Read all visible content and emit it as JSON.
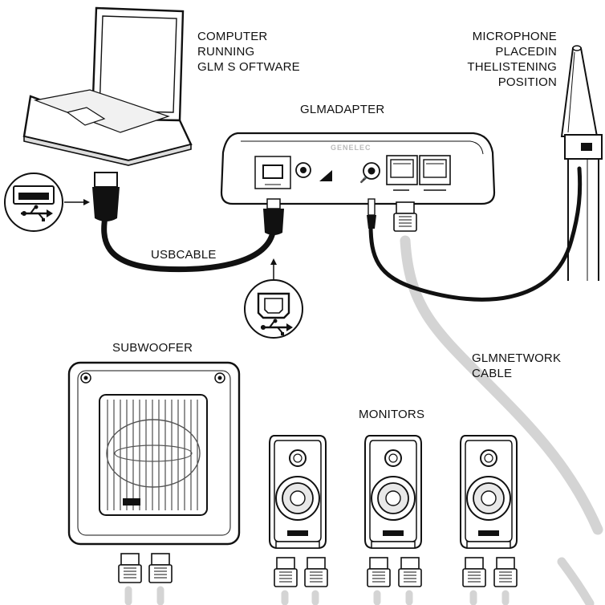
{
  "labels": {
    "computer": [
      "COMPUTER",
      "RUNNING",
      "GLM S OFTWARE"
    ],
    "microphone": [
      "MICROPHONE",
      "PLACEDIN",
      "THELISTENING",
      "POSITION"
    ],
    "adapter": "GLMADAPTER",
    "usb_cable": "USBCABLE",
    "subwoofer": "SUBWOOFER",
    "network_cable": [
      "GLMNETWORK",
      "CABLE"
    ],
    "monitors": "MONITORS"
  },
  "brand": "GENELEC",
  "icons": [
    "laptop-icon",
    "usb-a-port-icon",
    "usb-b-port-icon",
    "microphone-icon",
    "subwoofer-icon",
    "monitor-speaker-icon",
    "rj45-connector-icon"
  ],
  "colors": {
    "line": "#111111",
    "cable_grey": "#d4d4d4",
    "device_fill": "#ffffff"
  }
}
